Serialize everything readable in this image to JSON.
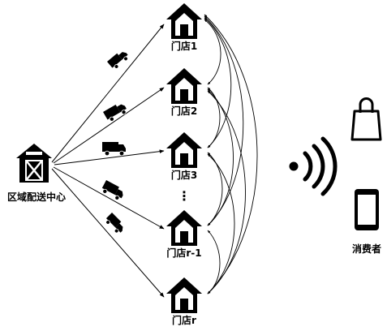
{
  "hub": {
    "label": "区域配送中心"
  },
  "stores": [
    {
      "label": "门店1"
    },
    {
      "label": "门店2"
    },
    {
      "label": "门店3"
    },
    {
      "label": "门店r-1"
    },
    {
      "label": "门店r"
    }
  ],
  "ellipsis": "⋮",
  "consumer": {
    "label": "消费者"
  },
  "icons": {
    "hub": "barn-icon",
    "store": "house-icon",
    "truck": "truck-icon",
    "signal": "wireless-signal-icon",
    "bag": "shopping-bag-icon",
    "phone": "smartphone-icon"
  },
  "colors": {
    "stroke": "#000000",
    "background": "#ffffff"
  }
}
